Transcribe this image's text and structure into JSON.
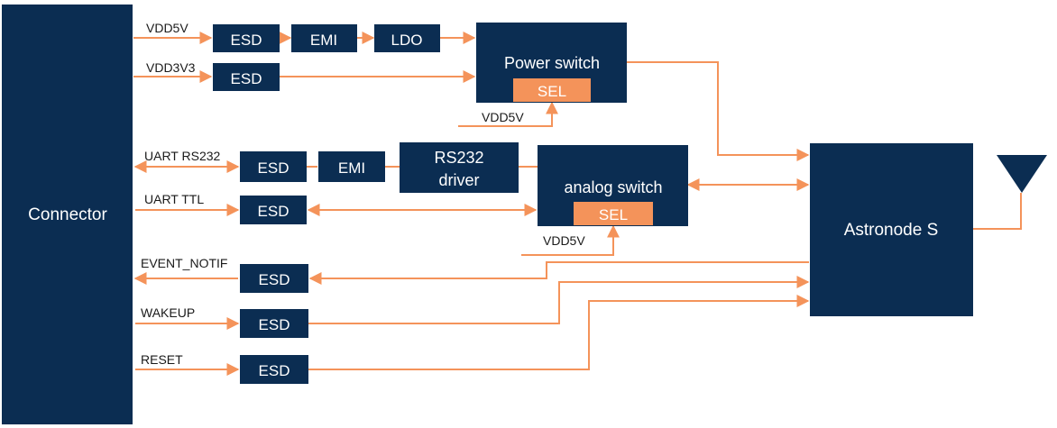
{
  "blocks": {
    "connector": "Connector",
    "esd": "ESD",
    "emi": "EMI",
    "ldo": "LDO",
    "power_switch": "Power switch",
    "sel": "SEL",
    "rs232_driver_line1": "RS232",
    "rs232_driver_line2": "driver",
    "analog_switch": "analog switch",
    "astronode": "Astronode S"
  },
  "signals": {
    "vdd5v": "VDD5V",
    "vdd3v3": "VDD3V3",
    "uart_rs232": "UART RS232",
    "uart_ttl": "UART TTL",
    "event_notif": "EVENT_NOTIF",
    "wakeup": "WAKEUP",
    "reset": "RESET"
  },
  "colors": {
    "block": "#0b2d52",
    "wire": "#f4935a",
    "sel": "#f4935a"
  }
}
